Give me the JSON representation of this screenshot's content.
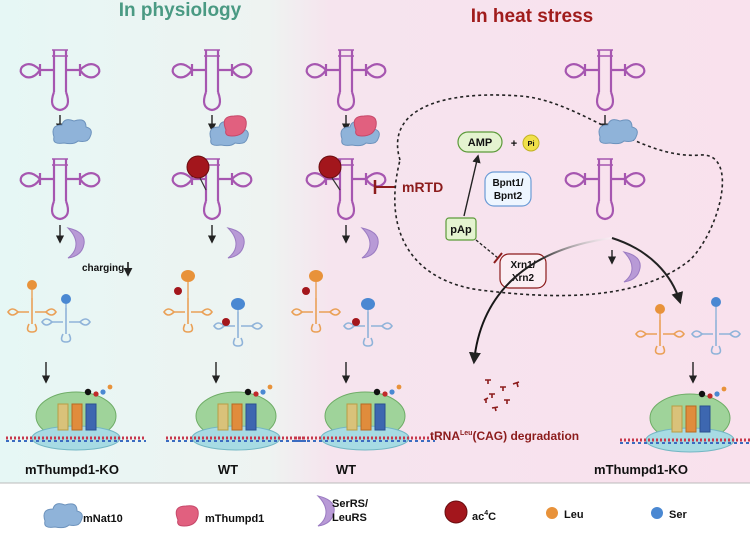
{
  "headers": {
    "physiology": "In physiology",
    "heat_stress": "In heat stress"
  },
  "colors": {
    "physiology_bg": "#e8f6f4",
    "heat_bg": "#f8e2ee",
    "physiology_title": "#4a9a83",
    "heat_title": "#a01c1c",
    "trna": "#a656b0",
    "dark_red": "#8c1c1c"
  },
  "columns": {
    "col1": "mThumpd1-KO",
    "col2": "WT",
    "col3": "WT",
    "col4": "mThumpd1-KO"
  },
  "annotations": {
    "charging": "charging",
    "mrtd": "mRTD",
    "amp": "AMP",
    "plus": "+",
    "pi": "Pi",
    "bpnt": [
      "Bpnt1/",
      "Bpnt2"
    ],
    "pap": "pAp",
    "xrn": [
      "Xrn1/",
      "Xrn2"
    ],
    "degradation": "tRNA",
    "degradation_sup": "Leu",
    "degradation_tail": "(CAG) degradation"
  },
  "legend": {
    "mnat10": "mNat10",
    "mthumpd1": "mThumpd1",
    "serrs": [
      "SerRS/",
      "LeuRS"
    ],
    "ac4c": "ac",
    "ac4c_sup": "4",
    "ac4c_tail": "C",
    "leu": "Leu",
    "ser": "Ser"
  }
}
